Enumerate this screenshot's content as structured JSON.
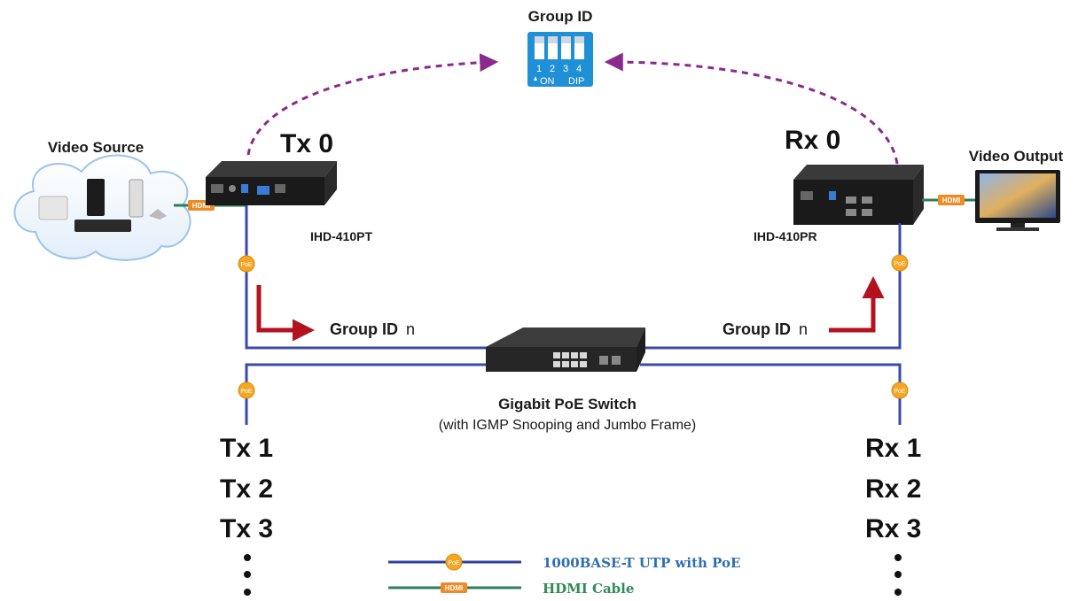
{
  "group_id": {
    "title": "Group ID",
    "dip_numbers": [
      "1",
      "2",
      "3",
      "4"
    ],
    "dip_on": "ON",
    "dip_label": "DIP"
  },
  "source": {
    "label": "Video Source",
    "hdmi_tag": "HDMI"
  },
  "output": {
    "label": "Video Output",
    "hdmi_tag": "HDMI"
  },
  "tx0": {
    "label": "Tx 0",
    "model": "IHD-410PT"
  },
  "rx0": {
    "label": "Rx 0",
    "model": "IHD-410PR"
  },
  "poe_tag": "PoE",
  "left_group": {
    "bold": "Group ID",
    "suffix": "n"
  },
  "right_group": {
    "bold": "Group ID",
    "suffix": "n"
  },
  "switch": {
    "title": "Gigabit PoE Switch",
    "subtitle": "(with IGMP Snooping and Jumbo Frame)"
  },
  "tx_list": [
    "Tx 1",
    "Tx 2",
    "Tx 3"
  ],
  "rx_list": [
    "Rx 1",
    "Rx 2",
    "Rx 3"
  ],
  "legend": [
    {
      "tag": "PoE",
      "text": "1000BASE-T UTP with PoE",
      "color": "#2f3f9e",
      "text_color": "#2e6fb0"
    },
    {
      "tag": "HDMI",
      "text": "HDMI Cable",
      "color": "#2e7d5b",
      "text_color": "#2e8b57"
    }
  ],
  "colors": {
    "utp": "#3a4aa8",
    "hdmi": "#2e7d5b",
    "dashed": "#8a2a8c",
    "arrow": "#b3121f",
    "poe": "#f5a623",
    "dip": "#1f8fd6"
  }
}
